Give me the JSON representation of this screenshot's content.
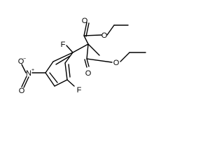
{
  "molecule": {
    "atom_labels": {
      "o_carbonyl_top": "O",
      "o_ester_top": "O",
      "o_ester_bottom": "O",
      "o_carbonyl_bottom": "O",
      "f_top": "F",
      "f_bottom": "F",
      "n_nitro": "N",
      "n_charge": "+",
      "o_nitro_single": "O",
      "o_nitro_charge": "−",
      "o_nitro_double": "O"
    }
  }
}
